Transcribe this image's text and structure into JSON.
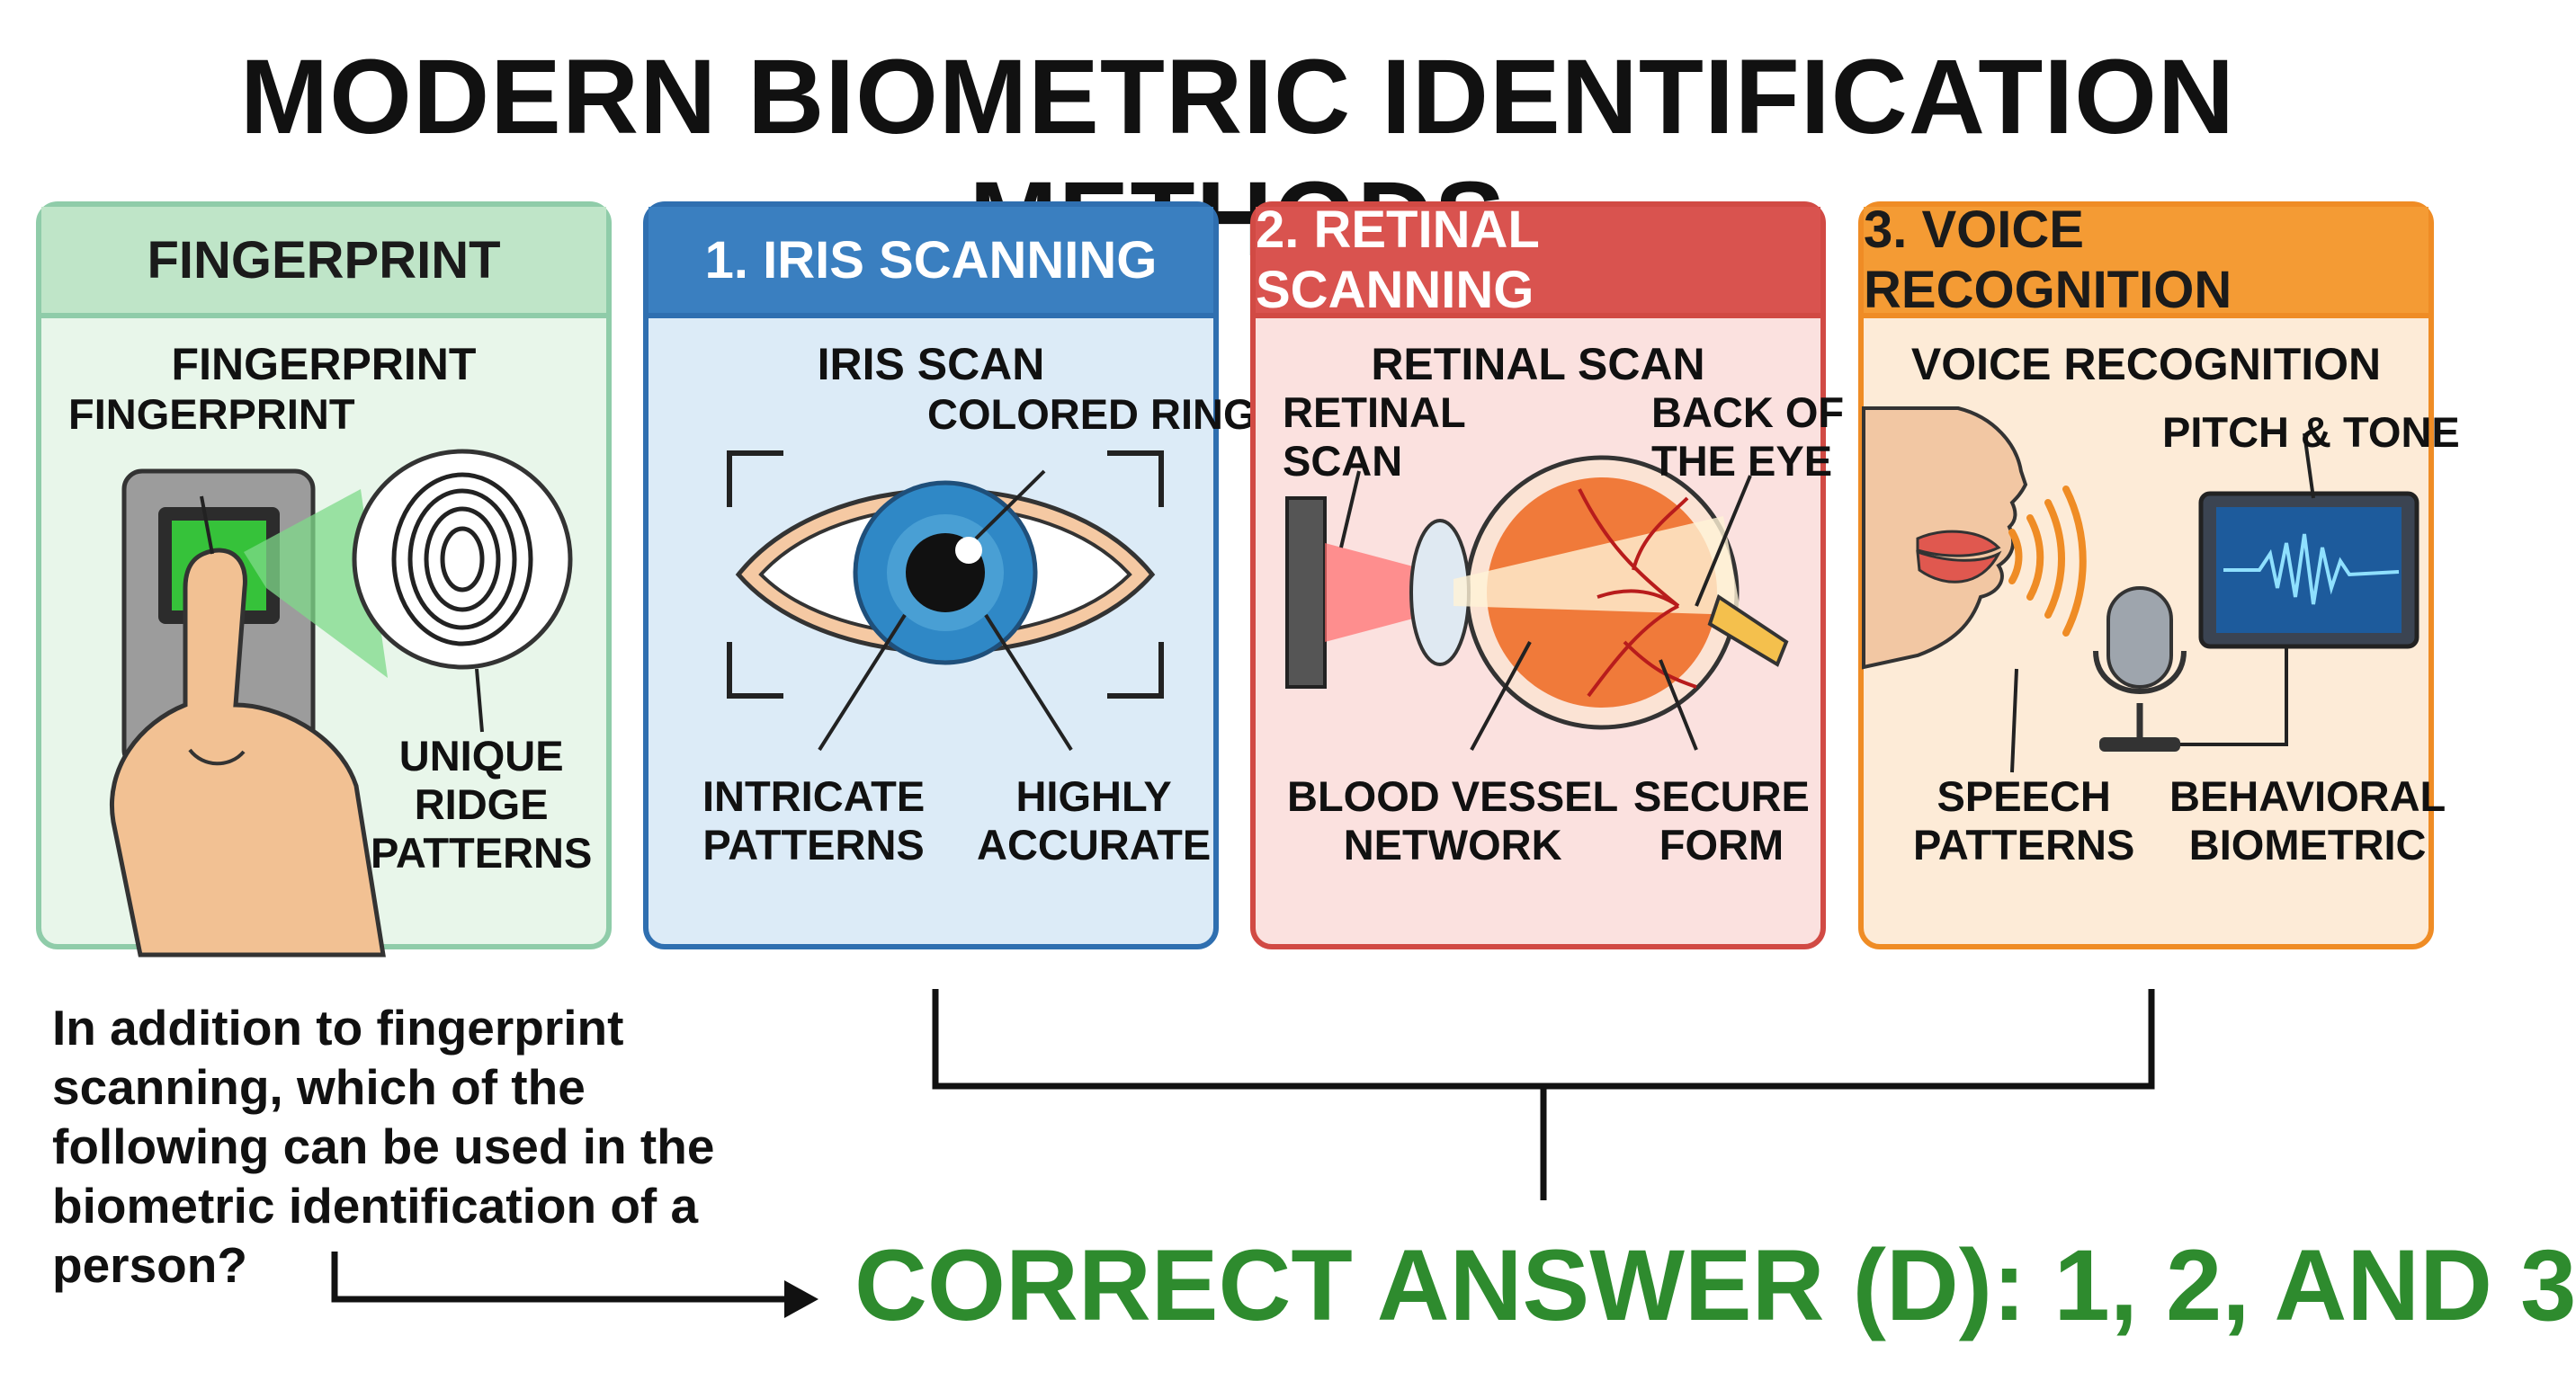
{
  "title": "MODERN BIOMETRIC IDENTIFICATION METHODS",
  "panels": [
    {
      "header": "FINGERPRINT",
      "subtitle": "FINGERPRINT",
      "labels": {
        "left": "FINGERPRINT",
        "bottom": "UNIQUE\nRIDGE\nPATTERNS"
      },
      "color": "#8fcca9"
    },
    {
      "header": "1. IRIS SCANNING",
      "subtitle": "IRIS SCAN",
      "labels": {
        "top": "COLORED RING",
        "bottom_left": "INTRICATE\nPATTERNS",
        "bottom_right": "HIGHLY\nACCURATE"
      },
      "color": "#3a7fc0"
    },
    {
      "header": "2. RETINAL SCANNING",
      "subtitle": "RETINAL SCAN",
      "labels": {
        "top_left": "RETINAL\nSCAN",
        "top_right": "BACK OF\nTHE EYE",
        "bottom_left": "BLOOD VESSEL\nNETWORK",
        "bottom_right": "SECURE\nFORM"
      },
      "color": "#d9534f"
    },
    {
      "header": "3. VOICE RECOGNITION",
      "subtitle": "VOICE RECOGNITION",
      "labels": {
        "top": "PITCH & TONE",
        "bottom_left": "SPEECH\nPATTERNS",
        "bottom_right": "BEHAVIORAL\nBIOMETRIC"
      },
      "color": "#f49b34"
    }
  ],
  "question": "In addition to fingerprint scanning, which of the following can be used in the biometric identification of a person?",
  "answer": "CORRECT ANSWER (D): 1, 2, AND 3",
  "answer_color": "#2e8b2e",
  "icons": [
    "fingerprint-scanner-icon",
    "eye-icon",
    "eye-cross-section-icon",
    "microphone-icon",
    "waveform-monitor-icon"
  ]
}
